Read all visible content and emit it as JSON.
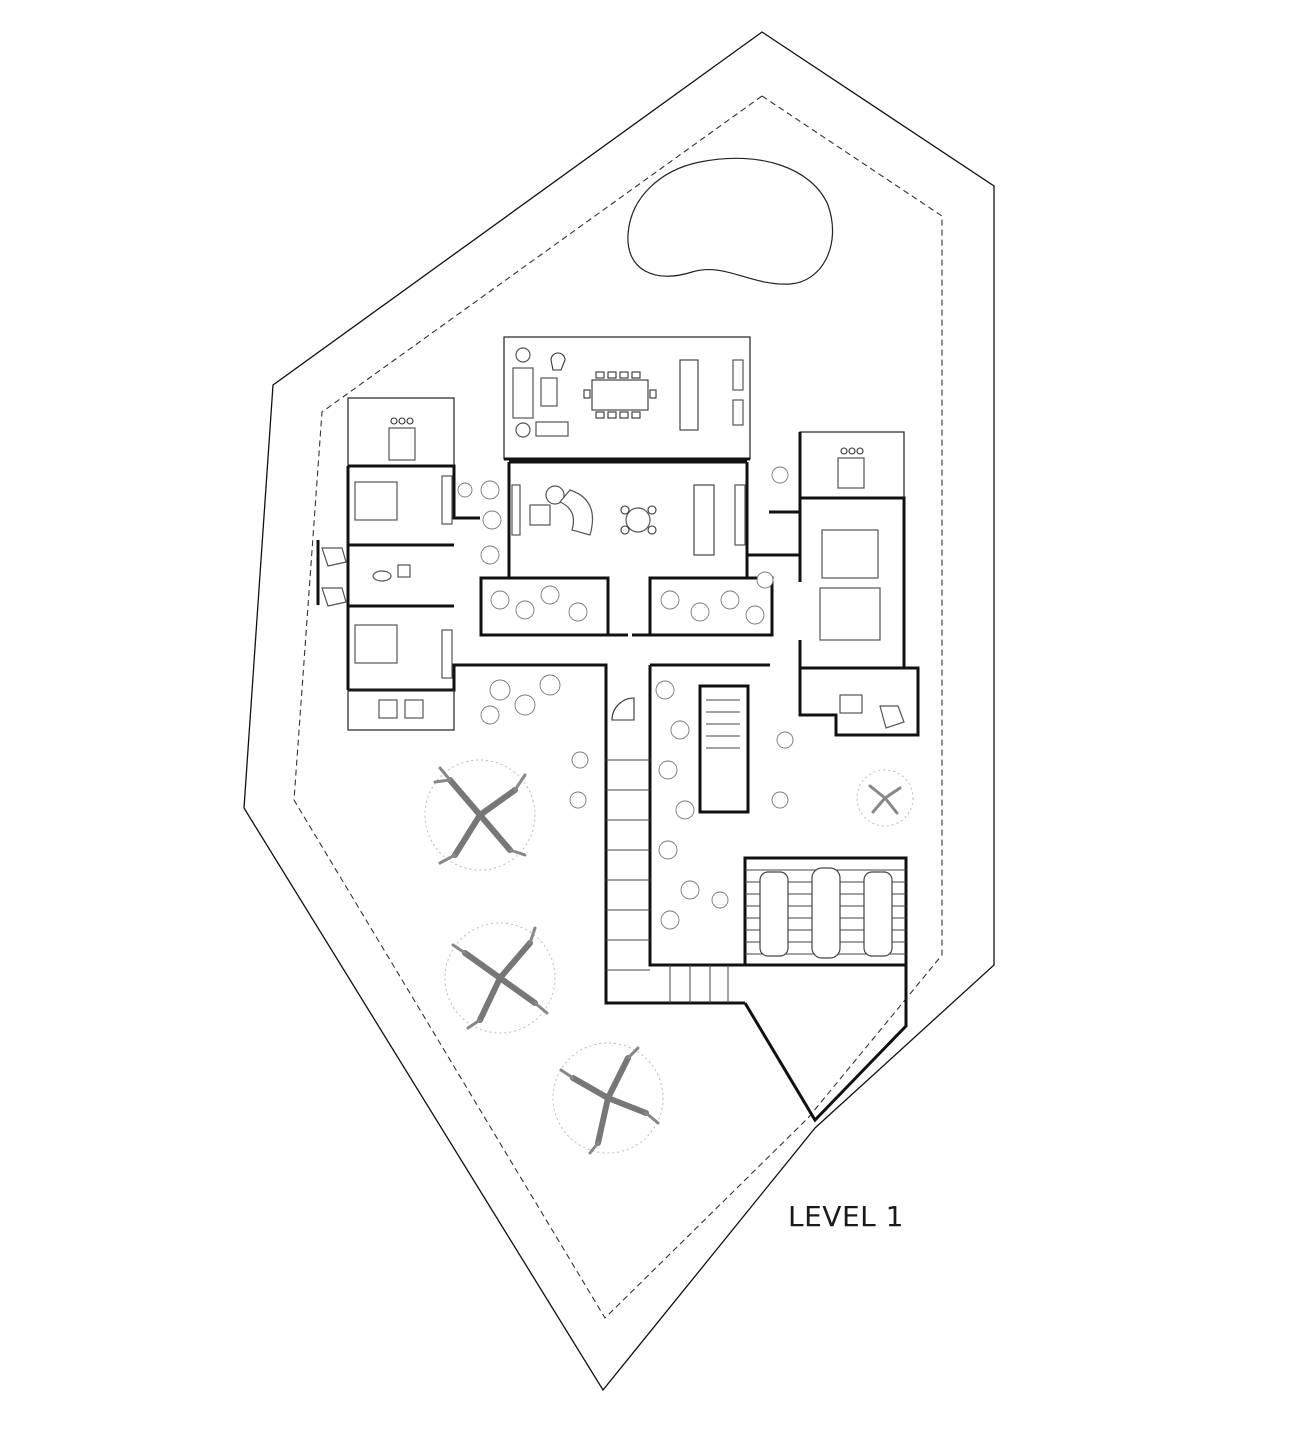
{
  "drawing": {
    "level_label": "LEVEL 1"
  },
  "elements": {
    "site_boundary": "site-boundary",
    "setback_line": "setback-line",
    "pool": "pool",
    "garage": "garage",
    "trees": [
      "tree",
      "tree",
      "tree",
      "tree"
    ]
  },
  "colors": {
    "line": "#111111",
    "vegetation": "#888888",
    "background": "#ffffff"
  }
}
